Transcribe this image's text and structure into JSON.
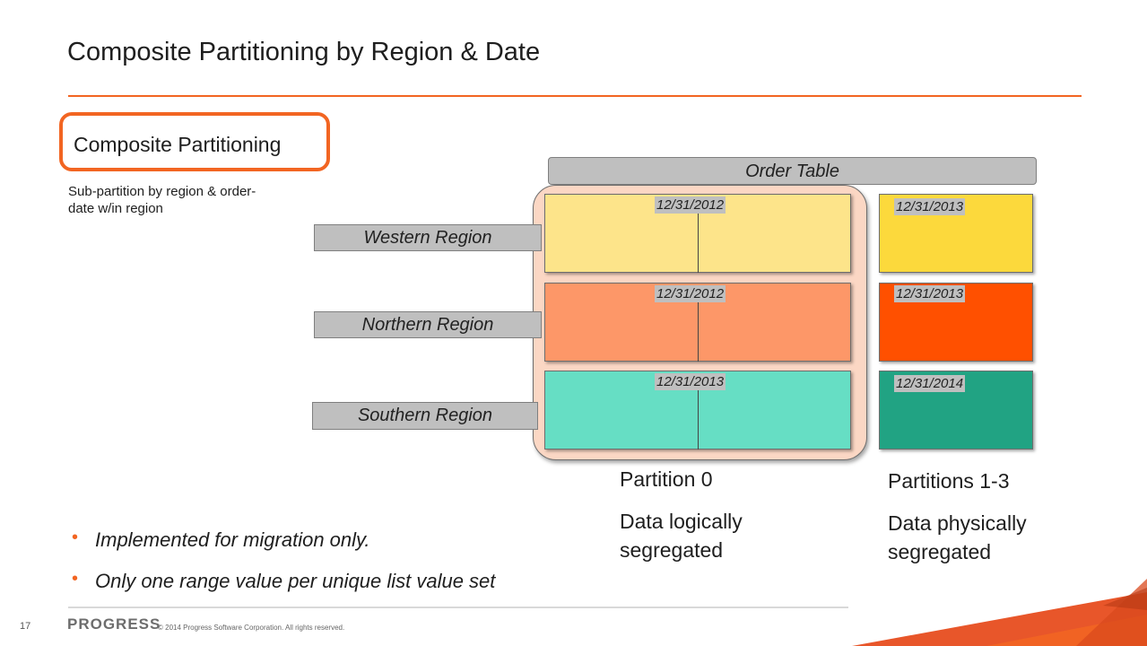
{
  "slide": {
    "title": "Composite Partitioning by Region & Date",
    "highlight_label": "Composite Partitioning",
    "sub_text": "Sub-partition by region & order-date w/in region"
  },
  "diagram": {
    "table_label": "Order Table",
    "regions": [
      {
        "label": "Western Region",
        "color": "#fde48a",
        "p0_date": "12/31/2012",
        "phys_date": "12/31/2013",
        "phys_color": "#fcd93c"
      },
      {
        "label": "Northern Region",
        "color": "#fd9768",
        "p0_date": "12/31/2012",
        "phys_date": "12/31/2013",
        "phys_color": "#ff5000"
      },
      {
        "label": "Southern Region",
        "color": "#66dec4",
        "p0_date": "12/31/2013",
        "phys_date": "12/31/2014",
        "phys_color": "#21a383"
      }
    ],
    "partition0": {
      "title": "Partition 0",
      "desc": "Data logically segregated"
    },
    "partitions13": {
      "title": "Partitions 1-3",
      "desc": "Data physically segregated"
    }
  },
  "bullets": [
    "Implemented for migration only.",
    "Only one range value per unique list value set"
  ],
  "footer": {
    "page_number": "17",
    "logo": "PROGRESS",
    "copyright": "© 2014 Progress Software Corporation. All rights reserved."
  },
  "colors": {
    "accent": "#f26522",
    "partition0_bg": "#fbd7c4",
    "label_gray": "#bfbfbf"
  }
}
